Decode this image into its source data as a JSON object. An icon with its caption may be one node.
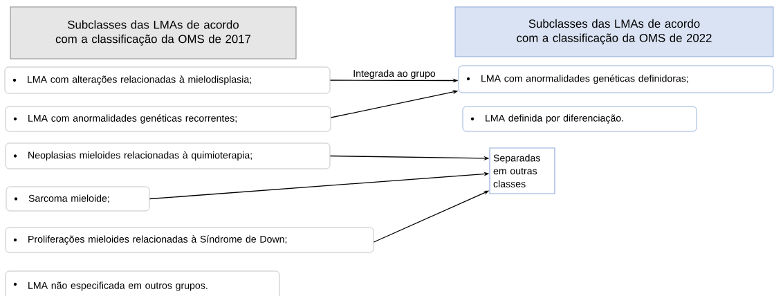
{
  "diagram": {
    "nodes": [
      {
        "text": [
          "Subclasses das LMAs de acordo com a classificação da  OMS de 2017"
        ]
      },
      {
        "text": [
          "Subclasses das LMAs de acordo com a classificação da OMS de 2022"
        ]
      },
      {
        "text": [
          "LMA com alterações relacionadas à mielodisplasia;"
        ]
      },
      {
        "text": [
          "LMA com anormalidades genéticas recorrentes;"
        ]
      },
      {
        "text": [
          "Neoplasias mieloides relacionadas à quimioterapia;"
        ]
      },
      {
        "text": [
          "Sarcoma mieloide;"
        ]
      },
      {
        "text": [
          "Proliferações mieloides relacionadas à Síndrome de Down;"
        ]
      },
      {
        "text": [
          "LMA não especificada em outros grupos."
        ]
      },
      {
        "text": [
          "LMA com anormalidades genéticas definidoras;"
        ]
      },
      {
        "text": [
          "LMA definida por diferenciação."
        ]
      },
      {
        "text": [
          "Separadas em outras classes"
        ]
      }
    ],
    "edges": [
      {
        "from": 2,
        "to": 8,
        "arrow": "to",
        "label": "Integrada ao grupo"
      },
      {
        "from": 3,
        "to": 8,
        "arrow": "to"
      },
      {
        "from": 4,
        "to": 10,
        "arrow": "to"
      },
      {
        "from": 5,
        "to": 10,
        "arrow": "to"
      },
      {
        "from": 6,
        "to": 10,
        "arrow": "to"
      }
    ]
  }
}
